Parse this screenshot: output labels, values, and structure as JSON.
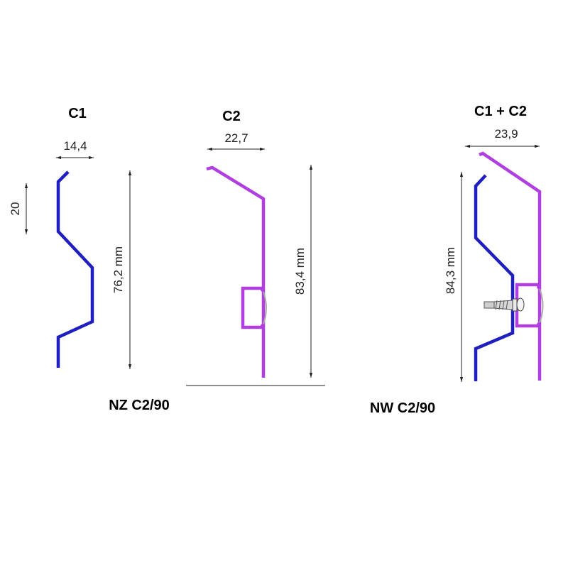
{
  "profiles": {
    "c1": {
      "title": "C1",
      "width": "14,4",
      "height": "76,2 mm",
      "step": "20"
    },
    "c2": {
      "title": "C2",
      "width": "22,7",
      "height": "83,4 mm"
    },
    "combo": {
      "title": "C1 + C2",
      "width": "23,9",
      "height": "84,3 mm"
    }
  },
  "captions": {
    "left": "NZ C2/90",
    "right": "NW C2/90"
  },
  "colors": {
    "c1_profile": "#1f1fbf",
    "c2_profile": "#b03ee0"
  },
  "icons": {
    "screw": "screw-icon"
  }
}
